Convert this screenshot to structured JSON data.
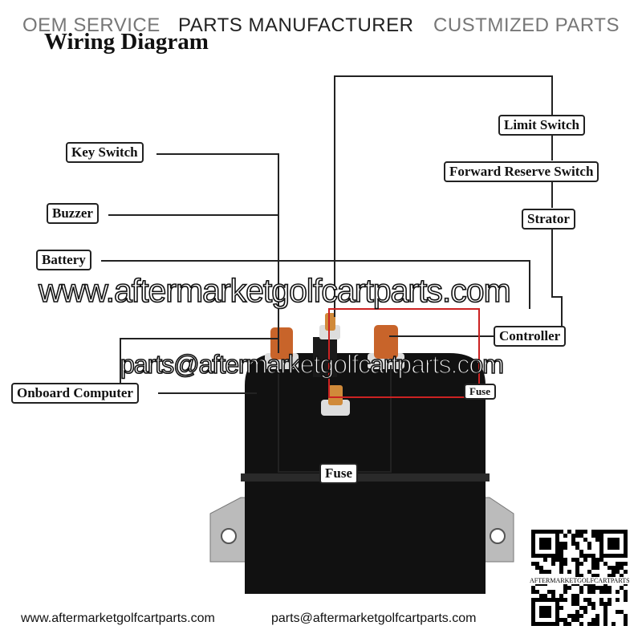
{
  "header": {
    "items": [
      "OEM SERVICE",
      "PARTS MANUFACTURER",
      "CUSTMIZED PARTS"
    ],
    "title": "Wiring Diagram"
  },
  "labels": {
    "key_switch": "Key Switch",
    "buzzer": "Buzzer",
    "battery": "Battery",
    "onboard_computer": "Onboard Computer",
    "limit_switch": "Limit Switch",
    "forward_reserve_switch": "Forward Reserve Switch",
    "strator": "Strator",
    "controller": "Controller",
    "fuse": "Fuse",
    "fuse_small": "Fuse"
  },
  "watermarks": {
    "website": "www.aftermarketgolfcartparts.com",
    "email": "parts@aftermarketgolfcartparts.com"
  },
  "qr": {
    "caption": "AFTERMARKETGOLFCARTPARTS"
  },
  "footer": {
    "website": "www.aftermarketgolfcartparts.com",
    "email": "parts@aftermarketgolfcartparts.com"
  },
  "colors": {
    "wire": "#222222",
    "red_wire": "#cc2222",
    "copper": "#c8642a",
    "body": "#111111"
  }
}
